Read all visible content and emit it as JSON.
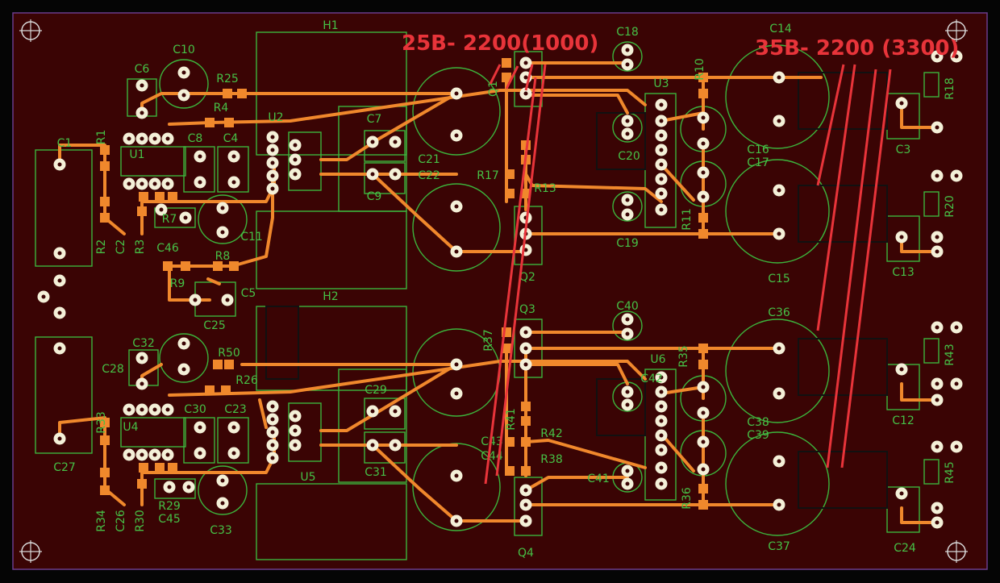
{
  "colors": {
    "board": "#3a0404",
    "trace": "#f0882c",
    "silkscreen": "#3cb43c",
    "annotation": "#e8343a",
    "board_edge": "#6a3c8c"
  },
  "annotations": {
    "left": "25B- 2200(1000)",
    "right": "35B- 2200 (3300)"
  },
  "designators": [
    "H1",
    "C6",
    "C10",
    "R25",
    "R4",
    "U2",
    "C7",
    "C18",
    "R10",
    "U3",
    "C14",
    "C1",
    "R1",
    "U1",
    "C8",
    "C4",
    "C21",
    "C22",
    "C9",
    "C20",
    "C16",
    "C17",
    "C3",
    "R18",
    "R17",
    "R13",
    "R11",
    "C19",
    "C15",
    "R20",
    "C13",
    "R2",
    "C2",
    "R3",
    "C46",
    "R7",
    "C11",
    "R8",
    "R9",
    "C5",
    "Q2",
    "H2",
    "C25",
    "Q3",
    "C40",
    "C36",
    "C32",
    "C28",
    "R50",
    "R26",
    "R37",
    "R35",
    "U6",
    "C42",
    "C29",
    "R43",
    "C30",
    "C23",
    "R33",
    "U4",
    "C38",
    "C39",
    "C12",
    "R41",
    "R42",
    "C43",
    "C44",
    "R38",
    "C41",
    "C27",
    "C31",
    "U5",
    "R29",
    "C45",
    "R34",
    "C26",
    "R30",
    "C33",
    "Q4",
    "R36",
    "R45",
    "C37",
    "C24",
    "Q1"
  ]
}
